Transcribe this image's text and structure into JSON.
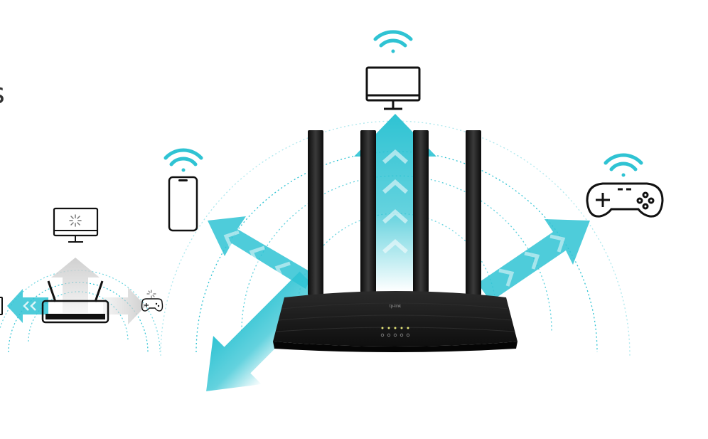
{
  "colors": {
    "accent": "#2fc3d3",
    "accent_light": "#bff0f5",
    "device_stroke": "#111111",
    "router_body": "#141414",
    "old_router_beam": "#d0d0d0"
  },
  "heading_fragment": "s",
  "router": {
    "brand_logo": "tp-link",
    "antenna_count": 4,
    "led_count": 5
  },
  "devices": {
    "top": {
      "icon": "monitor-icon",
      "signal": "wifi-icon"
    },
    "left": {
      "icon": "smartphone-icon",
      "signal": "wifi-icon"
    },
    "right": {
      "icon": "gamepad-icon",
      "signal": "wifi-icon"
    }
  },
  "old_router_scene": {
    "devices": [
      {
        "icon": "monitor-icon",
        "state": "loading-icon"
      },
      {
        "icon": "gamepad-icon",
        "state": "loading-icon"
      }
    ]
  }
}
